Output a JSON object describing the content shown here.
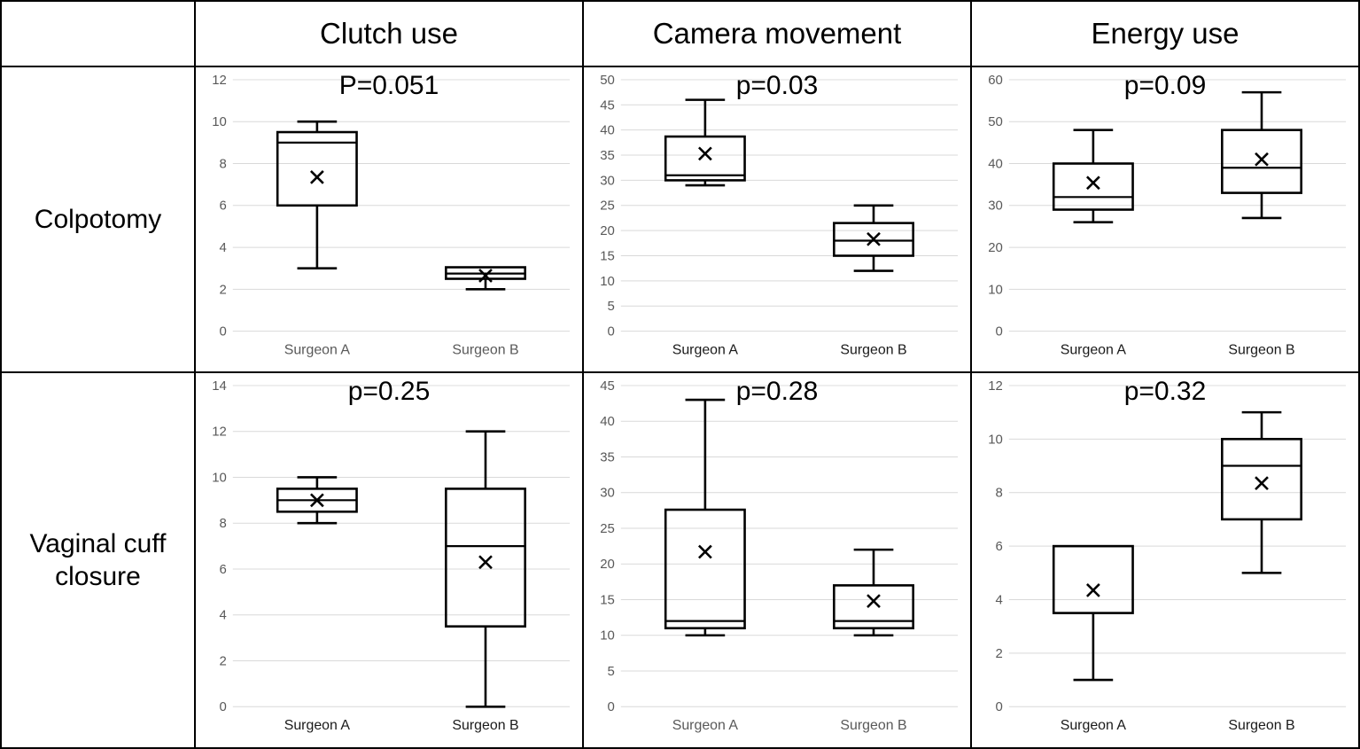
{
  "table": {
    "corner_label": "",
    "column_headers": [
      "Clutch use",
      "Camera movement",
      "Energy use"
    ],
    "row_headers": [
      "Colpotomy",
      "Vaginal cuff closure"
    ]
  },
  "chart_data": [
    {
      "type": "box",
      "title": "",
      "row": "Colpotomy",
      "column": "Clutch use",
      "annotation": "P=0.051",
      "xlabel": "",
      "ylabel": "",
      "categories": [
        "Surgeon A",
        "Surgeon B"
      ],
      "ylim": [
        0,
        12
      ],
      "yticks": [
        0,
        2,
        4,
        6,
        8,
        10,
        12
      ],
      "grid": true,
      "tick_label_color": "#595959",
      "boxes": [
        {
          "name": "Surgeon A",
          "min": 3,
          "q1": 6,
          "median": 9,
          "q3": 9.5,
          "max": 10,
          "mean": 7.35
        },
        {
          "name": "Surgeon B",
          "min": 2,
          "q1": 2.5,
          "median": 2.75,
          "q3": 3.05,
          "max": 3.05,
          "mean": 2.65
        }
      ]
    },
    {
      "type": "box",
      "title": "",
      "row": "Colpotomy",
      "column": "Camera movement",
      "annotation": "p=0.03",
      "xlabel": "",
      "ylabel": "",
      "categories": [
        "Surgeon A",
        "Surgeon B"
      ],
      "ylim": [
        0,
        50
      ],
      "yticks": [
        0,
        5,
        10,
        15,
        20,
        25,
        30,
        35,
        40,
        45,
        50
      ],
      "grid": true,
      "tick_label_color": "#1a1a1a",
      "boxes": [
        {
          "name": "Surgeon A",
          "min": 29,
          "q1": 30,
          "median": 31,
          "q3": 38.7,
          "max": 46,
          "mean": 35.3
        },
        {
          "name": "Surgeon B",
          "min": 12,
          "q1": 15,
          "median": 18,
          "q3": 21.5,
          "max": 25,
          "mean": 18.3
        }
      ]
    },
    {
      "type": "box",
      "title": "",
      "row": "Colpotomy",
      "column": "Energy use",
      "annotation": "p=0.09",
      "xlabel": "",
      "ylabel": "",
      "categories": [
        "Surgeon A",
        "Surgeon B"
      ],
      "ylim": [
        0,
        60
      ],
      "yticks": [
        0,
        10,
        20,
        30,
        40,
        50,
        60
      ],
      "grid": true,
      "tick_label_color": "#1a1a1a",
      "boxes": [
        {
          "name": "Surgeon A",
          "min": 26,
          "q1": 29,
          "median": 32,
          "q3": 40,
          "max": 48,
          "mean": 35.4
        },
        {
          "name": "Surgeon B",
          "min": 27,
          "q1": 33,
          "median": 39,
          "q3": 48,
          "max": 57,
          "mean": 41
        }
      ]
    },
    {
      "type": "box",
      "title": "",
      "row": "Vaginal cuff closure",
      "column": "Clutch use",
      "annotation": "p=0.25",
      "xlabel": "",
      "ylabel": "",
      "categories": [
        "Surgeon A",
        "Surgeon B"
      ],
      "ylim": [
        0,
        14
      ],
      "yticks": [
        0,
        2,
        4,
        6,
        8,
        10,
        12,
        14
      ],
      "grid": true,
      "tick_label_color": "#1a1a1a",
      "boxes": [
        {
          "name": "Surgeon A",
          "min": 8,
          "q1": 8.5,
          "median": 9,
          "q3": 9.5,
          "max": 10,
          "mean": 9
        },
        {
          "name": "Surgeon B",
          "min": 0,
          "q1": 3.5,
          "median": 7,
          "q3": 9.5,
          "max": 12,
          "mean": 6.3
        }
      ]
    },
    {
      "type": "box",
      "title": "",
      "row": "Vaginal cuff closure",
      "column": "Camera movement",
      "annotation": "p=0.28",
      "xlabel": "",
      "ylabel": "",
      "categories": [
        "Surgeon A",
        "Surgeon B"
      ],
      "ylim": [
        0,
        45
      ],
      "yticks": [
        0,
        5,
        10,
        15,
        20,
        25,
        30,
        35,
        40,
        45
      ],
      "grid": true,
      "tick_label_color": "#595959",
      "boxes": [
        {
          "name": "Surgeon A",
          "min": 10,
          "q1": 11,
          "median": 12,
          "q3": 27.6,
          "max": 43,
          "mean": 21.7
        },
        {
          "name": "Surgeon B",
          "min": 10,
          "q1": 11,
          "median": 12,
          "q3": 17,
          "max": 22,
          "mean": 14.8
        }
      ]
    },
    {
      "type": "box",
      "title": "",
      "row": "Vaginal cuff closure",
      "column": "Energy use",
      "annotation": "p=0.32",
      "xlabel": "",
      "ylabel": "",
      "categories": [
        "Surgeon A",
        "Surgeon B"
      ],
      "ylim": [
        0,
        12
      ],
      "yticks": [
        0,
        2,
        4,
        6,
        8,
        10,
        12
      ],
      "grid": true,
      "tick_label_color": "#1a1a1a",
      "boxes": [
        {
          "name": "Surgeon A",
          "min": 1,
          "q1": 3.5,
          "median": 6,
          "q3": 6,
          "max": 6,
          "mean": 4.35
        },
        {
          "name": "Surgeon B",
          "min": 5,
          "q1": 7,
          "median": 9,
          "q3": 10,
          "max": 11,
          "mean": 8.35
        }
      ]
    }
  ],
  "colors": {
    "grid_line": "#d9d9d9",
    "box_stroke": "#000000",
    "table_border": "#000000",
    "tick_gray": "#595959",
    "tick_black": "#1a1a1a"
  }
}
